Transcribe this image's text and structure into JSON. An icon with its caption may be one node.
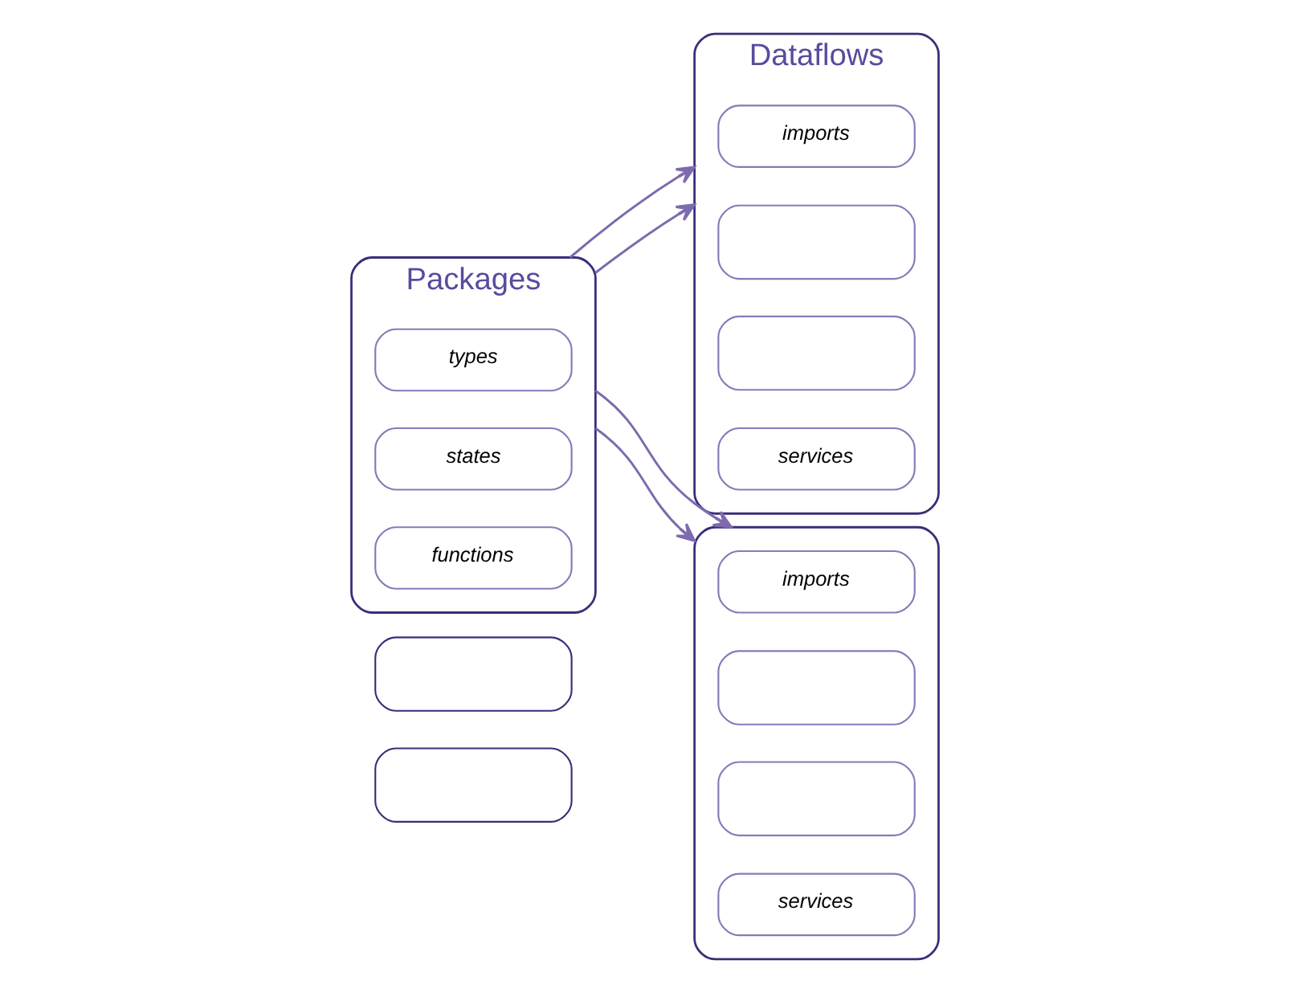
{
  "diagram": {
    "nodes": [
      {
        "text": [],
        "shape": "box"
      },
      {
        "text": [],
        "shape": "box"
      },
      {
        "text": [
          "Packages"
        ]
      },
      {
        "text": [
          "types"
        ],
        "in": 2
      },
      {
        "text": [
          "states"
        ],
        "in": 2
      },
      {
        "text": [
          "functions"
        ],
        "in": 2
      },
      {
        "text": [
          "Dataflows"
        ]
      },
      {
        "text": [
          "imports"
        ],
        "in": 6
      },
      {
        "text": [],
        "shape": "box",
        "in": 6
      },
      {
        "text": [],
        "shape": "box",
        "in": 6
      },
      {
        "text": [
          "services"
        ],
        "in": 6
      },
      {
        "text": [],
        "shape": "box"
      },
      {
        "text": [
          "imports"
        ],
        "in": 11
      },
      {
        "text": [],
        "shape": "box",
        "in": 11
      },
      {
        "text": [],
        "shape": "box",
        "in": 11
      },
      {
        "text": [
          "services"
        ],
        "in": 11
      }
    ],
    "edges": [
      {
        "from": 2,
        "to": 6,
        "arrow": "to"
      },
      {
        "from": 2,
        "to": 6,
        "arrow": "to"
      },
      {
        "from": 2,
        "to": 11,
        "arrow": "to"
      },
      {
        "from": 2,
        "to": 11,
        "arrow": "to"
      }
    ]
  }
}
